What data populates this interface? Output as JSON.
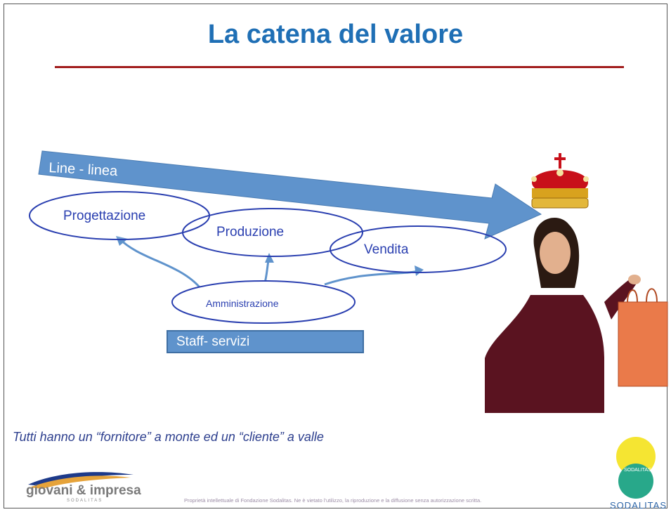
{
  "slide": {
    "title": "La catena del valore",
    "line_label": "Line - linea",
    "nodes": {
      "design": "Progettazione",
      "production": "Produzione",
      "sales": "Vendita",
      "admin": "Amministrazione"
    },
    "staff_label": "Staff- servizi",
    "caption": "Tutti hanno un “fornitore” a monte ed un “cliente” a valle",
    "footer": "Proprietà intellettuale di Fondazione Sodalitas. Ne è vietato l'utilizzo, la riproduzione e la diffusione senza autorizzazione scritta.",
    "logo_left": {
      "text": "giovani & impresa",
      "sub": "SODALITAS"
    },
    "logo_right": {
      "inner": "SODALITAS",
      "bottom": "SODALITAS"
    }
  },
  "colors": {
    "title": "#1f6fb5",
    "rule": "#a11d1d",
    "arrow": "#5f93cc",
    "ellipse_stroke": "#2a3fb0",
    "caption": "#2d3f8e"
  }
}
